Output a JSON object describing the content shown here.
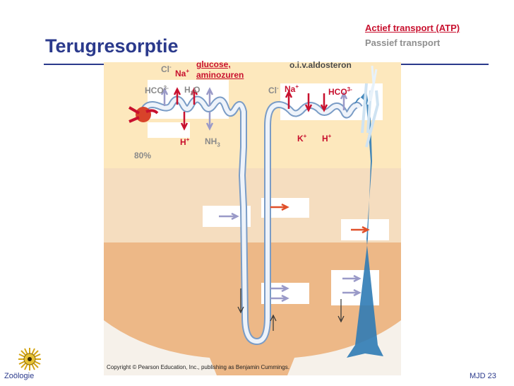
{
  "slide": {
    "title": "Terugresorptie",
    "legend_active": "Actief transport (ATP)",
    "legend_passive": "Passief transport",
    "footer_left": "Zoölogie",
    "footer_right": "MJD  23",
    "copyright": "Copyright © Pearson Education, Inc., publishing as Benjamin Cummings."
  },
  "diagram": {
    "hco3_left": "HCO",
    "hco3_left_sup": "3-",
    "h2o": "H",
    "h2o_sub": "2",
    "h2o_end": "O",
    "cl_left": "Cl",
    "cl_left_sup": "-",
    "na_left": "Na",
    "na_left_sup": "+",
    "glucose": "glucose,",
    "aminozuren": "aminozuren",
    "h_left": "H",
    "h_left_sup": "+",
    "nh3": "NH",
    "nh3_sub": "3",
    "percent": "80%",
    "aldosteron": "o.i.v.aldosteron",
    "cl_right": "Cl",
    "cl_right_sup": "-",
    "na_right": "Na",
    "na_right_sup": "+",
    "hco3_right": "HCO",
    "hco3_right_sup": "3-",
    "k_right": "K",
    "k_right_sup": "+",
    "h_right": "H",
    "h_right_sup": "+"
  },
  "colors": {
    "active": "#c8102e",
    "passive": "#9a9ac8",
    "title": "#2b3a8c"
  }
}
